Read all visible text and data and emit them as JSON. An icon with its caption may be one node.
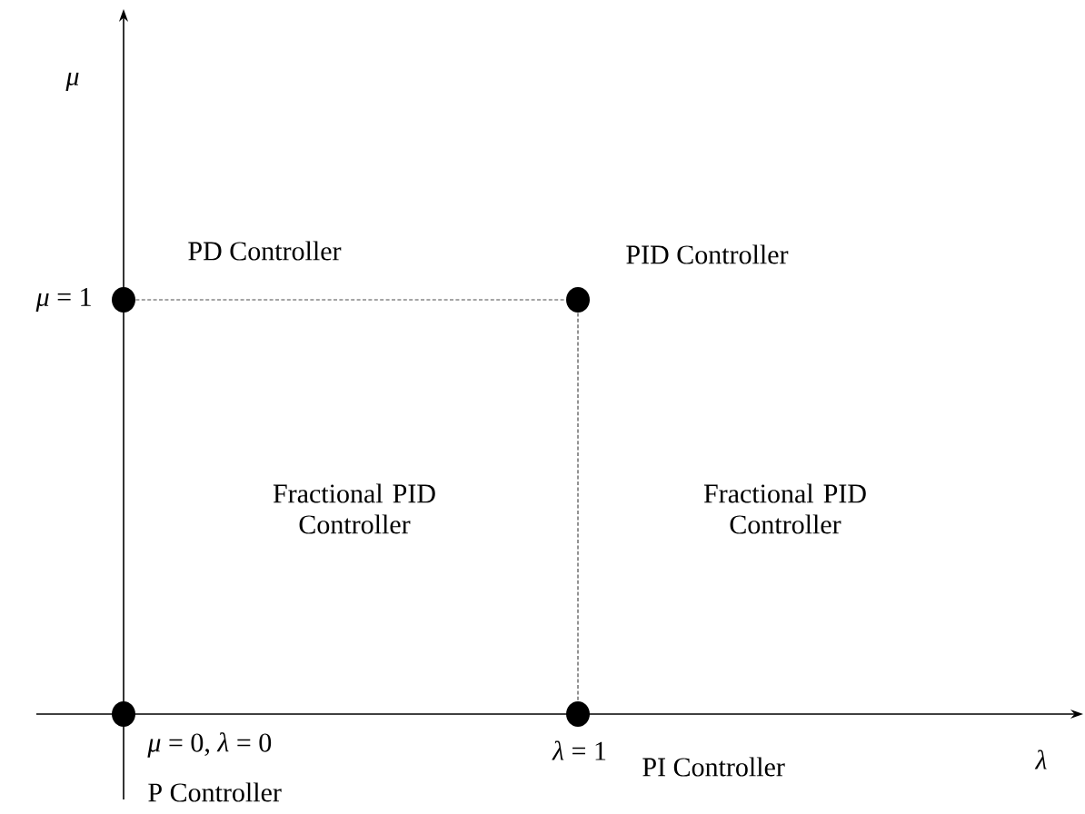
{
  "diagram": {
    "nodes": [
      {
        "text": [],
        "shape": "circle",
        "beside": [
          "*μ* = 0, *λ* = 0",
          "P Controller"
        ]
      },
      {
        "text": [],
        "shape": "circle",
        "beside": [
          "*μ* = 1",
          "PD Controller"
        ]
      },
      {
        "text": [],
        "shape": "circle",
        "beside": [
          "PID Controller"
        ]
      },
      {
        "text": [],
        "shape": "circle",
        "beside": [
          "*λ* = 1",
          "PI Controller"
        ]
      }
    ],
    "edges": [
      {
        "from": 1,
        "to": 2,
        "arrow": "none",
        "style": "dashed"
      },
      {
        "from": 2,
        "to": 3,
        "arrow": "none",
        "style": "dashed"
      }
    ],
    "labels": [
      "*μ*",
      "Fractional PID Controller",
      "Fractional PID Controller",
      "*λ*"
    ]
  }
}
